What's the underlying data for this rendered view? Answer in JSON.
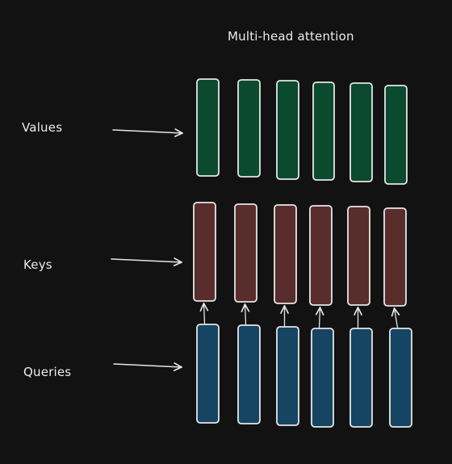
{
  "title": "Multi-head attention",
  "rows": [
    {
      "label": "Values",
      "fill": "#0b4a2e"
    },
    {
      "label": "Keys",
      "fill": "#5a2d2d"
    },
    {
      "label": "Queries",
      "fill": "#154563"
    }
  ],
  "head_count": 6,
  "colors": {
    "background": "#121212",
    "stroke": "#e6e6e6",
    "text": "#ececec"
  }
}
